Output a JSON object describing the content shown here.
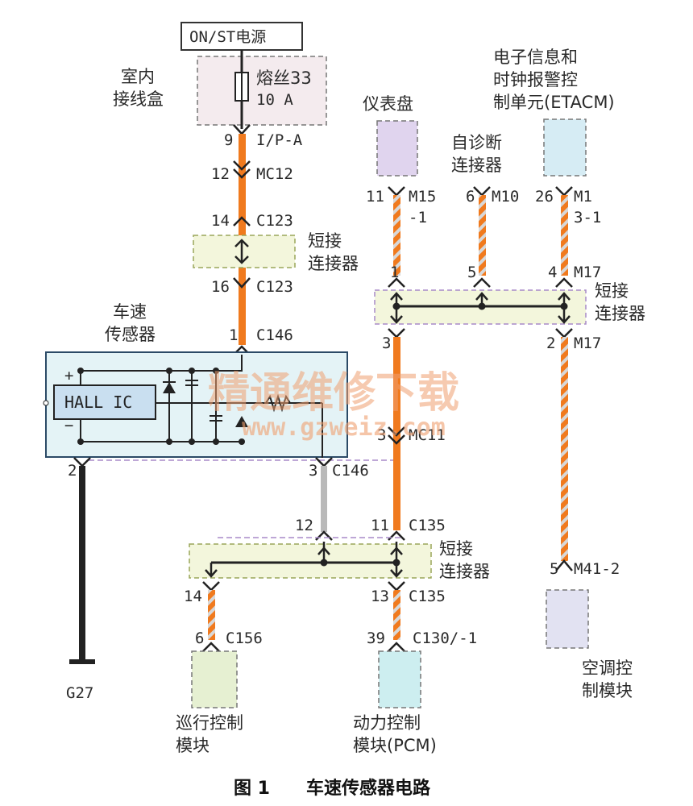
{
  "colors": {
    "wire_orange": "#f07a1e",
    "wire_stripe": "#c8c8c8",
    "wire_gray": "#b9b9b9",
    "wire_black": "#222222",
    "dashed_purple": "#a88ac8",
    "dashed_green": "#9aa65a",
    "sensor_fill": "#e4f3f6",
    "sensor_border": "#2b4a66",
    "module_cruise": "#e6f0d2",
    "module_pcm": "#cdeef0",
    "module_cluster": "#e0d4ee",
    "module_etacm": "#d6ecf4",
    "module_ac": "#e2e2f2",
    "fusebox_fill": "#f4ebee",
    "watermark": "#f0a070"
  },
  "power": {
    "label": "ON/ST电源"
  },
  "fusebox": {
    "name_line1": "室内",
    "name_line2": "接线盒",
    "fuse_line1": "熔丝33",
    "fuse_line2": "10 A"
  },
  "pins": {
    "ip_a": {
      "num": "9",
      "conn": "I/P-A"
    },
    "mc12": {
      "num": "12",
      "conn": "MC12"
    },
    "c123_top": {
      "num": "14",
      "conn": "C123"
    },
    "c123_bot": {
      "num": "16",
      "conn": "C123"
    },
    "c146_1": {
      "num": "1",
      "conn": "C146"
    },
    "c146_2": {
      "num": "2"
    },
    "c146_3": {
      "num": "3",
      "conn": "C146"
    },
    "m15": {
      "num": "11",
      "conn": "M15",
      "conn2": "-1"
    },
    "m10": {
      "num": "6",
      "conn": "M10"
    },
    "m1": {
      "num": "26",
      "conn": "M1",
      "conn2": "3-1"
    },
    "m17_1": {
      "num": "1"
    },
    "m17_5": {
      "num": "5"
    },
    "m17_4": {
      "num": "4",
      "conn": "M17"
    },
    "m17_3": {
      "num": "3"
    },
    "m17_2": {
      "num": "2",
      "conn": "M17"
    },
    "mc11": {
      "num": "3",
      "conn": "MC11"
    },
    "c135_12": {
      "num": "12"
    },
    "c135_11": {
      "num": "11",
      "conn": "C135"
    },
    "c135_14": {
      "num": "14"
    },
    "c135_13": {
      "num": "13",
      "conn": "C135"
    },
    "c156": {
      "num": "6",
      "conn": "C156"
    },
    "c130": {
      "num": "39",
      "conn": "C130/-1"
    },
    "m41": {
      "num": "5",
      "conn": "M41-2"
    }
  },
  "short_connector_a": {
    "line1": "短接",
    "line2": "连接器"
  },
  "short_connector_b": {
    "line1": "短接",
    "line2": "连接器"
  },
  "short_connector_c": {
    "line1": "短接",
    "line2": "连接器"
  },
  "sensor": {
    "name_line1": "车速",
    "name_line2": "传感器",
    "chip": "HALL IC",
    "plus": "+",
    "minus": "−"
  },
  "cluster": {
    "label": "仪表盘"
  },
  "diag": {
    "line1": "自诊断",
    "line2": "连接器"
  },
  "etacm": {
    "line1": "电子信息和",
    "line2": "时钟报警控",
    "line3": "制单元(ETACM)"
  },
  "cruise": {
    "line1": "巡行控制",
    "line2": "模块"
  },
  "pcm": {
    "line1": "动力控制",
    "line2": "模块(PCM)"
  },
  "ac": {
    "line1": "空调控",
    "line2": "制模块"
  },
  "ground": {
    "label": "G27"
  },
  "watermark": {
    "cn": "精通维修下载",
    "url": "www.gzweiz.com"
  },
  "caption": {
    "fig": "图 1",
    "title": "车速传感器电路"
  }
}
